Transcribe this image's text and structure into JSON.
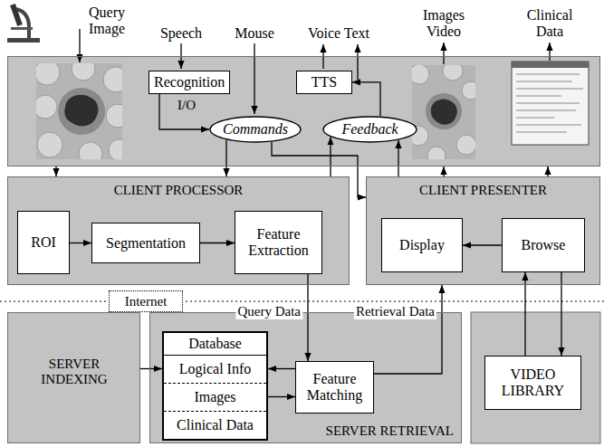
{
  "diagram": {
    "nodes": [
      {
        "text": [
          "I/O"
        ]
      },
      {
        "text": [
          "Recognition"
        ],
        "in": 0
      },
      {
        "text": [
          "TTS"
        ],
        "in": 0
      },
      {
        "text": [
          "Commands"
        ],
        "in": 0
      },
      {
        "text": [
          "Feedback"
        ],
        "in": 0
      },
      {
        "text": [
          "CLIENT PROCESSOR"
        ]
      },
      {
        "text": [
          "ROI"
        ],
        "in": 5
      },
      {
        "text": [
          "Segmentation"
        ],
        "in": 5
      },
      {
        "text": [
          "Feature Extraction"
        ],
        "in": 5
      },
      {
        "text": [
          "CLIENT PRESENTER"
        ]
      },
      {
        "text": [
          "Display"
        ],
        "in": 9
      },
      {
        "text": [
          "Browse"
        ],
        "in": 9
      },
      {
        "text": [
          "SERVER INDEXING"
        ]
      },
      {
        "text": [
          "SERVER RETRIEVAL"
        ]
      },
      {
        "text": [
          "Database"
        ],
        "in": 13
      },
      {
        "text": [
          "Logical Info"
        ],
        "in": 14
      },
      {
        "text": [
          "Images"
        ],
        "in": 14
      },
      {
        "text": [
          "Clinical Data"
        ],
        "in": 14
      },
      {
        "text": [
          "Feature Matching"
        ],
        "in": 13
      },
      {
        "text": [
          "VIDEO LIBRARY"
        ]
      },
      {
        "text": [
          "Internet"
        ]
      }
    ],
    "edges": [
      {
        "from": 1,
        "to": 3,
        "arrow": "to"
      },
      {
        "from": 3,
        "to": 5,
        "arrow": "to"
      },
      {
        "from": 3,
        "to": 9,
        "arrow": "to"
      },
      {
        "from": 0,
        "to": 5,
        "arrow": "to"
      },
      {
        "from": 5,
        "to": 4,
        "arrow": "to"
      },
      {
        "from": 4,
        "to": 2,
        "arrow": "to"
      },
      {
        "from": 9,
        "to": 4,
        "arrow": "to"
      },
      {
        "from": 9,
        "to": 0,
        "arrow": "to"
      },
      {
        "from": 9,
        "to": 0,
        "arrow": "to"
      },
      {
        "from": 6,
        "to": 7,
        "arrow": "to"
      },
      {
        "from": 7,
        "to": 8,
        "arrow": "to"
      },
      {
        "from": 11,
        "to": 10,
        "arrow": "to"
      },
      {
        "from": 8,
        "to": 18,
        "label": "Query Data",
        "arrow": "to"
      },
      {
        "from": 18,
        "to": 9,
        "label": "Retrieval Data",
        "arrow": "to"
      },
      {
        "from": 18,
        "to": 15,
        "arrow": "to"
      },
      {
        "from": 16,
        "to": 18,
        "arrow": "to"
      },
      {
        "from": 12,
        "to": 15,
        "arrow": "to"
      },
      {
        "from": 16,
        "to": 12,
        "arrow": "to"
      },
      {
        "from": 19,
        "to": 11,
        "arrow": "to"
      },
      {
        "from": 11,
        "to": 19,
        "arrow": "to"
      }
    ],
    "labels": [
      "Query Image",
      "Speech",
      "Mouse",
      "Voice Text",
      "Images Video",
      "Clinical Data"
    ]
  }
}
